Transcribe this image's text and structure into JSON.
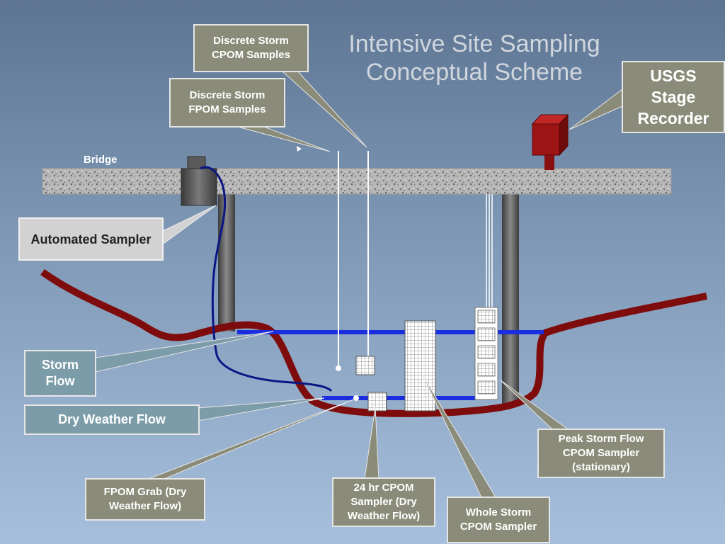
{
  "title": {
    "line1": "Intensive Site Sampling",
    "line2": "Conceptual Scheme"
  },
  "labels": {
    "bridge": "Bridge",
    "discrete_cpom": "Discrete Storm CPOM Samples",
    "discrete_fpom": "Discrete Storm FPOM Samples",
    "usgs": "USGS Stage Recorder",
    "automated_sampler": "Automated Sampler",
    "storm_flow": "Storm Flow",
    "dry_weather_flow": "Dry Weather Flow",
    "fpom_grab": "FPOM Grab (Dry Weather Flow)",
    "cpom_24hr": "24 hr CPOM Sampler (Dry Weather Flow)",
    "whole_storm": "Whole Storm CPOM Sampler",
    "peak_storm": "Peak Storm Flow CPOM Sampler (stationary)"
  },
  "colors": {
    "stream": "#7e0c0c",
    "water_line": "#1a2ee0",
    "tube": "#0b1685",
    "recorder": "#9c1414",
    "label_gray": "#8b8b79",
    "label_teal": "#7b9ca8"
  }
}
